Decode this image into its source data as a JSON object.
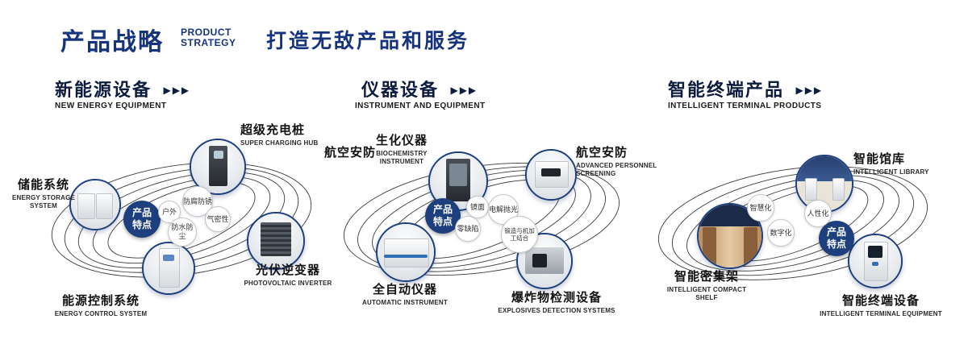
{
  "header": {
    "title_cn": "产品战略",
    "title_en_line1": "PRODUCT",
    "title_en_line2": "STRATEGY",
    "subtitle": "打造无敌产品和服务"
  },
  "icons": {
    "chevrons": "▶▶▶"
  },
  "badge_label": "产品特点",
  "colors": {
    "brand_blue": "#16337e",
    "badge_navy": "#1d3f7d"
  },
  "sections": [
    {
      "heading_cn": "新能源设备",
      "heading_en": "NEW ENERGY EQUIPMENT",
      "features": [
        "户外",
        "防腐防锈",
        "气密性",
        "防水防尘"
      ],
      "products": [
        {
          "cn": "储能系统",
          "en": "ENERGY STORAGE SYSTEM"
        },
        {
          "cn": "超级充电桩",
          "en": "SUPER CHARGING HUB"
        },
        {
          "cn": "光伏逆变器",
          "en": "PHOTOVOLTAIC INVERTER"
        },
        {
          "cn": "能源控制系统",
          "en": "ENERGY CONTROL SYSTEM"
        }
      ]
    },
    {
      "heading_cn": "仪器设备",
      "heading_en": "INSTRUMENT AND EQUIPMENT",
      "side_label": "航空安防",
      "features": [
        "镜面",
        "电解抛光",
        "零缺陷",
        "锻造与机加工结合"
      ],
      "products": [
        {
          "cn": "生化仪器",
          "en": "BIOCHEMISTRY INSTRUMENT"
        },
        {
          "cn": "航空安防",
          "en": "ADVANCED PERSONNEL SCREENING"
        },
        {
          "cn": "全自动仪器",
          "en": "AUTOMATIC INSTRUMENT"
        },
        {
          "cn": "爆炸物检测设备",
          "en": "EXPLOSIVES DETECTION SYSTEMS"
        }
      ]
    },
    {
      "heading_cn": "智能终端产品",
      "heading_en": "INTELLIGENT TERMINAL PRODUCTS",
      "features": [
        "智慧化",
        "人性化",
        "数字化"
      ],
      "products": [
        {
          "cn": "智能馆库",
          "en": "INTELLIGENT LIBRARY"
        },
        {
          "cn": "智能密集架",
          "en": "INTELLIGENT COMPACT SHELF"
        },
        {
          "cn": "智能终端设备",
          "en": "INTELLIGENT TERMINAL EQUIPMENT"
        }
      ]
    }
  ]
}
